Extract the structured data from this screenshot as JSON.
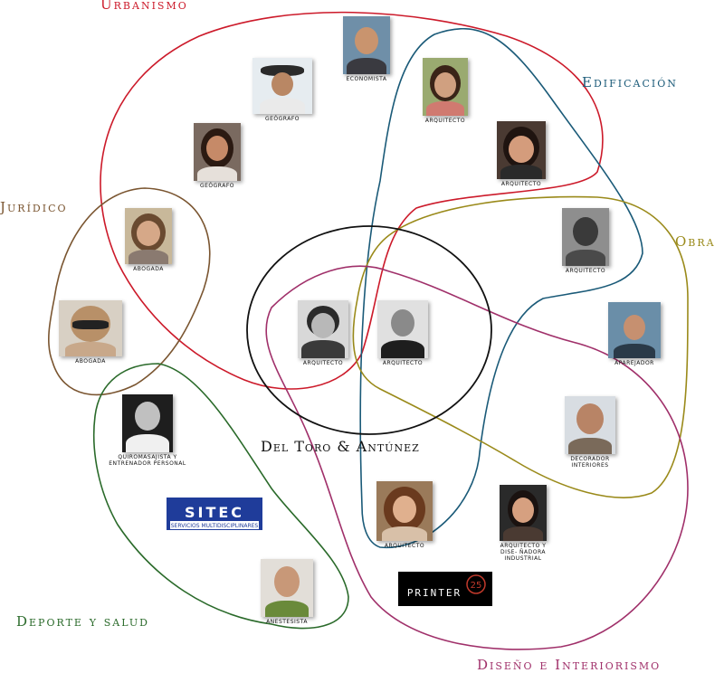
{
  "groups": {
    "urbanismo": {
      "label": "Urbanismo",
      "color": "#cc1a2a"
    },
    "edificacion": {
      "label": "Edificación",
      "color": "#1a5a78"
    },
    "juridico": {
      "label": "Jurídico",
      "color": "#7a5530"
    },
    "obra": {
      "label": "Obra",
      "color": "#9a8a1a"
    },
    "deporte": {
      "label": "Deporte y salud",
      "color": "#2a6a2a"
    },
    "diseno": {
      "label": "Diseño e Interiorismo",
      "color": "#a0306a"
    },
    "core": {
      "label": "",
      "color": "#111111"
    }
  },
  "center_title": "Del Toro & Antúnez",
  "people": {
    "economista": {
      "caption": "economista"
    },
    "geografo1": {
      "caption": "geógrafo"
    },
    "arquitecta_edif": {
      "caption": "arquitecto"
    },
    "geografo2": {
      "caption": "geógrafo"
    },
    "arquitecta_edif2": {
      "caption": "arquitecto"
    },
    "abogada1": {
      "caption": "abogada"
    },
    "arquitecto_obra": {
      "caption": "arquitecto"
    },
    "abogada2": {
      "caption": "abogada"
    },
    "arquitecta_core": {
      "caption": "arquitecto"
    },
    "arquitecto_core": {
      "caption": "arquitecto"
    },
    "aparejador": {
      "caption": "aparejador"
    },
    "decorador": {
      "caption": "decorador interiores"
    },
    "quiromasajista": {
      "caption": "quiromasajista y entrenador personal"
    },
    "arquitecta_diseno": {
      "caption": "arquitecto"
    },
    "disenadora": {
      "caption": "arquitecto y dise- ñadora industrial"
    },
    "anestesista": {
      "caption": "anestesista"
    }
  },
  "logos": {
    "sitec": {
      "main": "SITEC",
      "sub": "SERVICIOS MULTIDISCIPLINARES",
      "color": "#1f3c9a"
    },
    "printer": {
      "main": "PRINTER",
      "number": "25",
      "color": "#000000",
      "accent": "#c0392b"
    }
  }
}
